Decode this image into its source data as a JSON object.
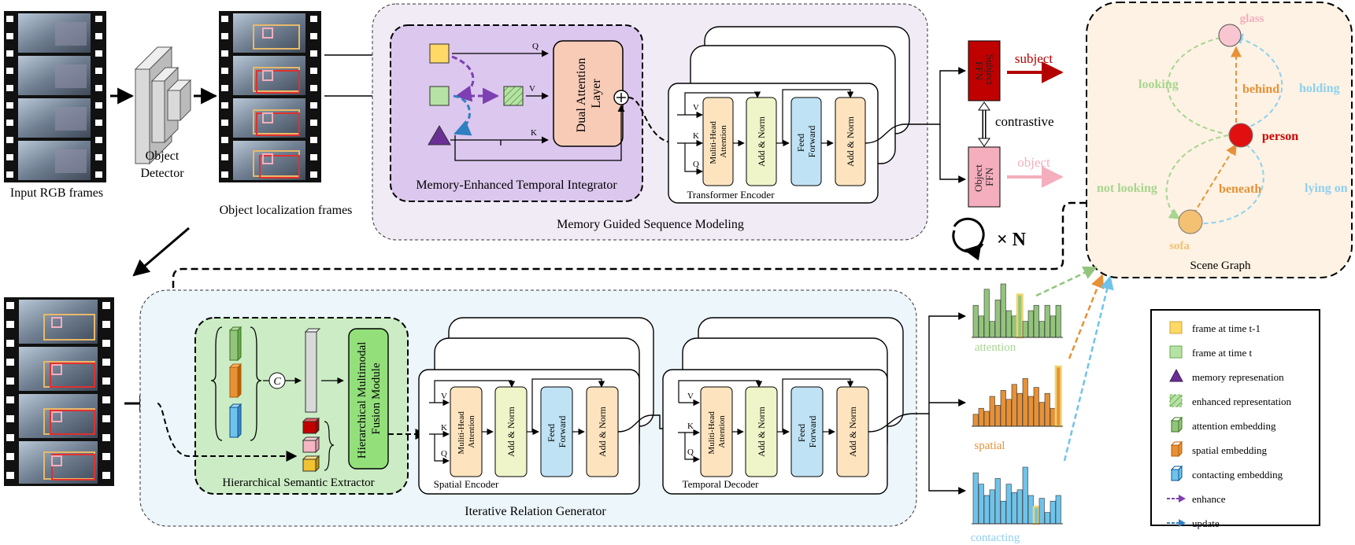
{
  "inputs": {
    "rgb_frames_label": "Input RGB frames",
    "detector_label_line1": "Object",
    "detector_label_line2": "Detector",
    "localization_label": "Object localization frames"
  },
  "memory_module": {
    "title": "Memory Guided Sequence Modeling",
    "integrator": {
      "title": "Memory-Enhanced Temporal Integrator",
      "dual_attention_line1": "Dual Attention",
      "dual_attention_line2": "Layer",
      "q": "Q",
      "v": "V",
      "k": "K"
    },
    "encoder": {
      "title": "Transformer Encoder",
      "v": "V",
      "k": "K",
      "q": "Q",
      "mha_line1": "Muliti-Head",
      "mha_line2": "Attention",
      "add_norm": "Add & Norm",
      "ff_line1": "Feed",
      "ff_line2": "Forward"
    }
  },
  "ffn": {
    "subject_line1": "Subject",
    "subject_line2": "FFN",
    "object_line1": "Object",
    "object_line2": "FFN",
    "subject_label": "subject",
    "object_label": "object",
    "contrastive_label": "contrastive"
  },
  "loop_label": "× N",
  "scene_graph": {
    "title": "Scene Graph",
    "nodes": {
      "glass": "glass",
      "person": "person",
      "sofa": "sofa"
    },
    "edges": {
      "looking": "looking",
      "behind": "behind",
      "holding": "holding",
      "not_looking": "not looking",
      "beneath": "beneath",
      "lying_on": "lying on"
    }
  },
  "relation_module": {
    "title": "Iterative Relation Generator",
    "extractor": {
      "title": "Hierarchical Semantic Extractor",
      "concat_symbol": "C",
      "fusion_line1": "Hierarchical Multimodal",
      "fusion_line2": "Fusion Module"
    },
    "spatial_encoder": {
      "title": "Spatial Encoder",
      "v": "V",
      "k": "K",
      "q": "Q",
      "mha_line1": "Muliti-Head",
      "mha_line2": "Attention",
      "add_norm": "Add & Norm",
      "ff_line1": "Feed",
      "ff_line2": "Forward"
    },
    "temporal_decoder": {
      "title": "Temporal Decoder",
      "v": "V",
      "k": "K",
      "q": "Q",
      "mha_line1": "Muliti-Head",
      "mha_line2": "Attention",
      "add_norm": "Add & Norm",
      "ff_line1": "Feed",
      "ff_line2": "Forward"
    }
  },
  "distributions": {
    "attention": {
      "label": "attention",
      "color": "#93c47d",
      "values": [
        0.6,
        0.4,
        0.9,
        0.3,
        0.7,
        1.0,
        0.5,
        0.4,
        0.8,
        0.3,
        0.5,
        0.6,
        0.3,
        0.6,
        0.4,
        0.6
      ],
      "highlight_index": 8
    },
    "spatial": {
      "label": "spatial",
      "color": "#e69138",
      "values": [
        0.2,
        0.3,
        0.25,
        0.5,
        0.35,
        0.6,
        0.45,
        0.7,
        0.55,
        0.8,
        0.5,
        0.65,
        0.4,
        0.55,
        0.3,
        1.0
      ],
      "highlight_index": 15
    },
    "contacting": {
      "label": "contacting",
      "color": "#6fc3ea",
      "values": [
        0.9,
        0.7,
        0.5,
        0.6,
        0.8,
        0.4,
        0.7,
        0.55,
        0.6,
        1.0,
        0.5,
        0.3,
        0.45,
        0.2,
        0.4,
        0.5
      ],
      "highlight_index": 11
    }
  },
  "legend": {
    "items": [
      {
        "label": "frame at time t-1",
        "symbol": "square",
        "fill": "#ffd966",
        "stroke": "#c9a43b"
      },
      {
        "label": "frame at time t",
        "symbol": "square",
        "fill": "#b6e3a5",
        "stroke": "#6aa84f"
      },
      {
        "label": "memory represenation",
        "symbol": "triangle",
        "fill": "#6a2f95",
        "stroke": "#3c1a57"
      },
      {
        "label": "enhanced representation",
        "symbol": "hatched",
        "fill": "#b6e3a5",
        "stroke": "#6aa84f"
      },
      {
        "label": "attention embedding",
        "symbol": "cube",
        "fill": "#93c47d",
        "stroke": "#38761d"
      },
      {
        "label": "spatial embedding",
        "symbol": "cube",
        "fill": "#e69138",
        "stroke": "#b45f06"
      },
      {
        "label": "contacting embedding",
        "symbol": "cube",
        "fill": "#6fc3ea",
        "stroke": "#0b5394"
      },
      {
        "label": "enhance",
        "symbol": "dash-arrow",
        "fill": "#7e3fb2",
        "stroke": "#7e3fb2"
      },
      {
        "label": "update",
        "symbol": "dash-arrow",
        "fill": "#2f7fc1",
        "stroke": "#2f7fc1"
      }
    ]
  }
}
